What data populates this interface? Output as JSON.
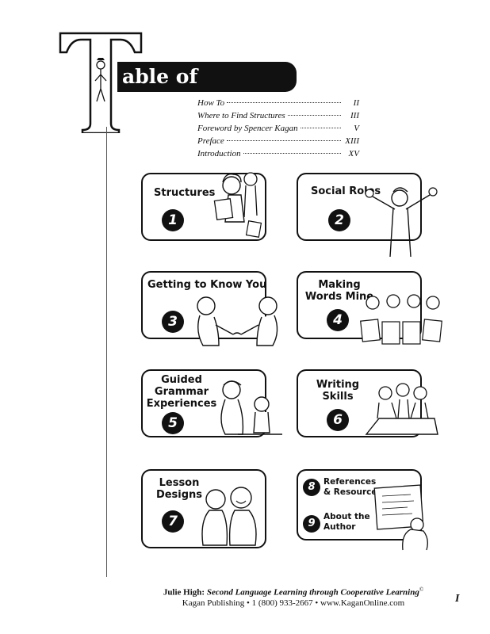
{
  "header": {
    "big_letter": "T",
    "title_rest": "able of Contents"
  },
  "front_matter": [
    {
      "label": "How To",
      "page": "II"
    },
    {
      "label": "Where to Find Structures",
      "page": "III"
    },
    {
      "label": "Foreword by Spencer Kagan",
      "page": "V"
    },
    {
      "label": "Preface",
      "page": "XIII"
    },
    {
      "label": "Introduction",
      "page": "XV"
    }
  ],
  "sections": [
    {
      "number": "1",
      "label": "Structures"
    },
    {
      "number": "2",
      "label": "Social Roles"
    },
    {
      "number": "3",
      "label": "Getting to Know You"
    },
    {
      "number": "4",
      "label": "Making Words Mine"
    },
    {
      "number": "5",
      "label": "Guided Grammar Experiences"
    },
    {
      "number": "6",
      "label": "Writing Skills"
    },
    {
      "number": "7",
      "label": "Lesson Designs"
    },
    {
      "number": "8",
      "label": "References & Resources"
    },
    {
      "number": "9",
      "label": "About the Author"
    }
  ],
  "footer": {
    "author": "Julie High:",
    "book": "Second Language Learning through Cooperative Learning",
    "trademark": "©",
    "publisher_line": "Kagan Publishing • 1 (800) 933-2667 • www.KaganOnline.com",
    "page_number": "I"
  },
  "icons": [
    "big-t-letter-graphic",
    "cartoon-person-illustration"
  ]
}
